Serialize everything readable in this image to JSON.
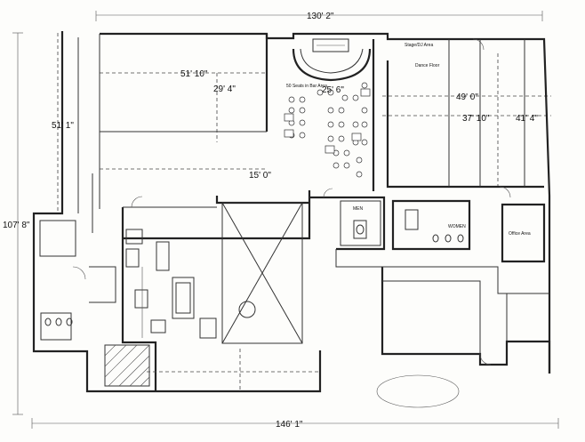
{
  "dimensions": {
    "top_width": "130' 2\"",
    "bottom_width": "146' 1\"",
    "left_height": "107' 8\"",
    "left_upper": "51' 1\"",
    "mid_51": "51' 10\"",
    "mid_29": "29' 4\"",
    "bar_width": "25' 6\"",
    "hall_15": "15' 0\"",
    "dance_49": "49' 0\"",
    "dance_37": "37' 10\"",
    "dance_41": "41' 4\""
  },
  "rooms": {
    "stage": "Stage/DJ Area",
    "dance_floor": "Dance Floor",
    "men": "MEN",
    "women": "WOMEN",
    "office": "Office Area",
    "bar_seats": "50 Seats in Bar Area"
  }
}
